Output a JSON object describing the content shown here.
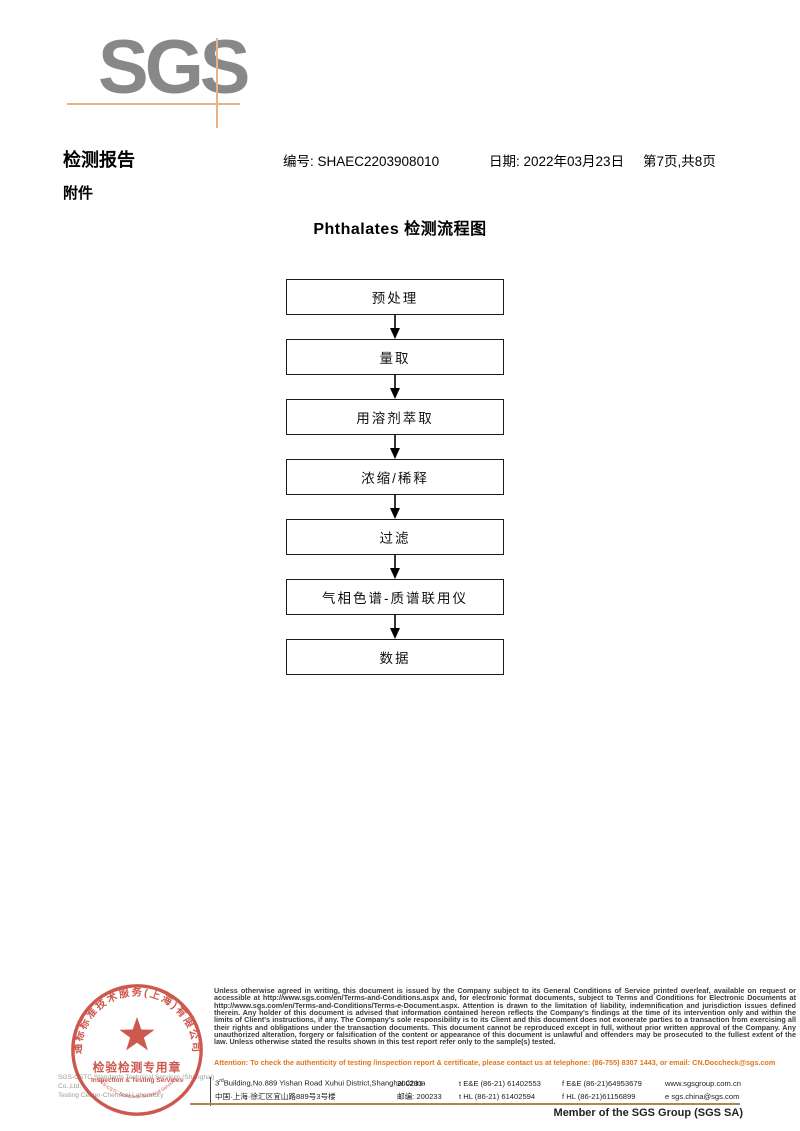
{
  "logo": {
    "text": "SGS"
  },
  "header": {
    "report_title": "检测报告",
    "report_no": "编号: SHAEC2203908010",
    "date": "日期: 2022年03月23日",
    "page_info": "第7页,共8页",
    "attachment_label": "附件"
  },
  "flowchart": {
    "title": "Phthalates 检测流程图",
    "steps": [
      {
        "label": "预处理"
      },
      {
        "label": "量取"
      },
      {
        "label": "用溶剂萃取"
      },
      {
        "label": "浓缩/稀释"
      },
      {
        "label": "过滤"
      },
      {
        "label": "气相色谱-质谱联用仪"
      },
      {
        "label": "数据"
      }
    ]
  },
  "footer": {
    "stamp": {
      "company_arc_cn": "通标标准技术服务(上海)有限公司",
      "company_arc_en": "SGS-CSTC Standards Technical Services",
      "center_line1": "检验检测专用章",
      "center_line2": "Inspection & Testing Services"
    },
    "company_gray_line1": "SGS-CSTC Standards Technical Services (Shanghai) Co.,Ltd.",
    "company_gray_line2": "Testing Center-Chemical Laboratory",
    "legal_text": "Unless otherwise agreed in writing, this document is issued by the Company subject to its General Conditions of Service printed overleaf, available on request or accessible at http://www.sgs.com/en/Terms-and-Conditions.aspx and, for electronic format documents, subject to Terms and Conditions for Electronic Documents at http://www.sgs.com/en/Terms-and-Conditions/Terms-e-Document.aspx. Attention is drawn to the limitation of liability, indemnification and jurisdiction issues defined therein. Any holder of this document is advised that information contained hereon reflects the Company's findings at the time of its intervention only and within the limits of Client's instructions, if any. The Company's sole responsibility is to its Client and this document does not exonerate parties to a transaction from exercising all their rights and obligations under the transaction documents. This document cannot be reproduced except in full, without prior written approval of the Company. Any unauthorized alteration, forgery or falsification of the content or appearance of this document is unlawful and offenders may be prosecuted to the fullest extent of the law. Unless otherwise stated the results shown in this test report refer only to the sample(s) tested.",
    "attention_text": "Attention: To check the authenticity of testing /inspection report & certificate, please contact us at telephone: (86-755) 8307 1443, or email: CN.Doccheck@sgs.com",
    "address": {
      "row1": {
        "col1_prefix": "3",
        "col1_sup": "rd",
        "col1_rest": "Building,No.889 Yishan Road Xuhui District,Shanghai China",
        "postal": "200233",
        "tel": "t E&E (86-21) 61402553",
        "fax": "f E&E (86-21)64953679",
        "web": "www.sgsgroup.com.cn"
      },
      "row2": {
        "col1": "中国·上海·徐汇区宜山路889号3号楼",
        "postal": "邮编: 200233",
        "tel": "t HL (86-21) 61402594",
        "fax": "f HL (86-21)61156899",
        "web": "e  sgs.china@sgs.com"
      }
    },
    "member_text": "Member of the SGS Group (SGS SA)"
  },
  "colors": {
    "logo_gray": "#87888a",
    "crosshair_tan": "#e7b486",
    "stamp_red": "#c8463a",
    "attention_orange": "#e0761c",
    "footer_line_brown": "#b9814e"
  }
}
